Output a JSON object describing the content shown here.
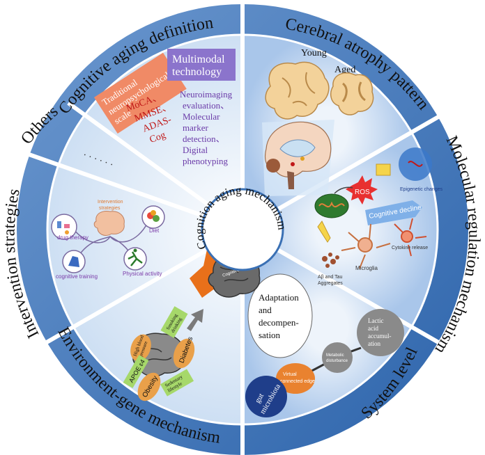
{
  "center": {
    "label": "Cognition aging mechanism"
  },
  "sectors": {
    "cognitive_aging_definition": {
      "title": "Cognitive aging definition",
      "box_traditional": [
        "Traditional",
        "neuropsychological",
        "scale"
      ],
      "box_multimodal": [
        "Multimodal",
        "technology"
      ],
      "scales": [
        "MoCA、",
        "MMSE、",
        "ADAS-",
        "Cog"
      ],
      "multimodal_items": [
        "Neuroimaging",
        "evaluation、",
        "Molecular",
        "marker",
        "detection、",
        "Digital",
        "phenotyping"
      ]
    },
    "others": {
      "title": "Others",
      "ellipsis": "· · · · · ·"
    },
    "cerebral_atrophy_pattern": {
      "title": "Cerebral atrophy pattern",
      "young": "Young",
      "aged": "Aged"
    },
    "molecular_regulation_mechanism": {
      "title": "Molecular regulation mechanism",
      "ros": "ROS",
      "cognitive_decline": "Cognitive decline",
      "microglia": "Microglia",
      "ab_tau": [
        "Aβ and Tau",
        "Aggregates"
      ],
      "cytokine": "Cytokine release",
      "epigenetic": "Epigenetic changes"
    },
    "system_level": {
      "title": "System level",
      "adaptation": [
        "Adaptation",
        "and",
        "decompen-",
        "sation"
      ],
      "nodes": {
        "gut": [
          "gut",
          "microbiota"
        ],
        "virtual": [
          "Virtual",
          "connected edge"
        ],
        "metabolic": [
          "Metabolic",
          "disturbance"
        ],
        "lactic": [
          "Lactic",
          "acid",
          "accumul-",
          "ation"
        ]
      }
    },
    "environment_gene_mechanism": {
      "title": "Environment-gene mechanism",
      "tags": {
        "apoe": "APOE ε4",
        "obesity": "Obesity",
        "diabetes": "Diabetes",
        "high_bp": [
          "High blood",
          "pressure"
        ],
        "smoking": [
          "Smoking",
          "drinking"
        ],
        "sedentary": [
          "Sedentary",
          "lifestyle"
        ]
      },
      "burst_label": "Cognitive decline"
    },
    "intervention_strategies": {
      "title": "Intervention strategies",
      "center_label": [
        "Intervention",
        "strategies"
      ],
      "items": {
        "drug": "drug therapy",
        "diet": "Diet",
        "cognitive": "cognitive training",
        "physical": "Physical activity"
      }
    }
  },
  "colors": {
    "ring": "#3a70b4",
    "sector_blue": "#a9c6ea",
    "traditional_box": "#f08a66",
    "multimodal_box": "#8b74cc",
    "red_text": "#c01818",
    "purple_text": "#6a3aa8",
    "orange_node": "#e9822f",
    "gray_node": "#8a8a8a",
    "navy_node": "#1f3e8a",
    "green_tag": "#a6d86a"
  }
}
